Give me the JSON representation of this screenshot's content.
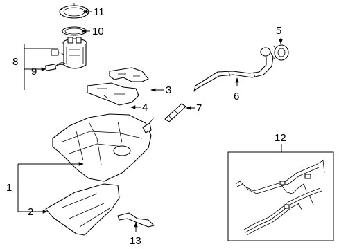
{
  "callouts": {
    "c1": "1",
    "c2": "2",
    "c3": "3",
    "c4": "4",
    "c5": "5",
    "c6": "6",
    "c7": "7",
    "c8": "8",
    "c9": "9",
    "c10": "10",
    "c11": "11",
    "c12": "12",
    "c13": "13"
  },
  "colors": {
    "line": "#000000",
    "background": "#ffffff"
  }
}
